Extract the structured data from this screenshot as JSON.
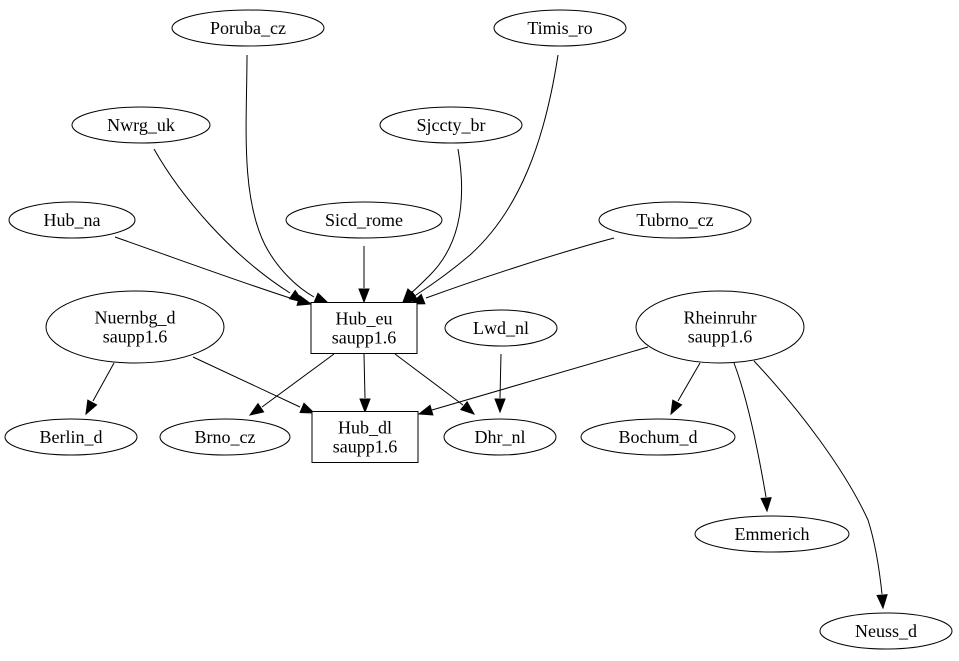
{
  "nodes": {
    "poruba_cz": [
      "Poruba_cz"
    ],
    "timis_ro": [
      "Timis_ro"
    ],
    "nwrg_uk": [
      "Nwrg_uk"
    ],
    "sjccty_br": [
      "Sjccty_br"
    ],
    "hub_na": [
      "Hub_na"
    ],
    "sicd_rome": [
      "Sicd_rome"
    ],
    "tubrno_cz": [
      "Tubrno_cz"
    ],
    "nuernbg_d": [
      "Nuernbg_d",
      "saupp1.6"
    ],
    "hub_eu": [
      "Hub_eu",
      "saupp1.6"
    ],
    "lwd_nl": [
      "Lwd_nl"
    ],
    "rheinruhr": [
      "Rheinruhr",
      "saupp1.6"
    ],
    "berlin_d": [
      "Berlin_d"
    ],
    "brno_cz": [
      "Brno_cz"
    ],
    "hub_dl": [
      "Hub_dl",
      "saupp1.6"
    ],
    "dhr_nl": [
      "Dhr_nl"
    ],
    "bochum_d": [
      "Bochum_d"
    ],
    "emmerich": [
      "Emmerich"
    ],
    "neuss_d": [
      "Neuss_d"
    ]
  },
  "edges": [
    [
      "poruba_cz",
      "hub_eu"
    ],
    [
      "timis_ro",
      "hub_eu"
    ],
    [
      "nwrg_uk",
      "hub_eu"
    ],
    [
      "sjccty_br",
      "hub_eu"
    ],
    [
      "hub_na",
      "hub_eu"
    ],
    [
      "sicd_rome",
      "hub_eu"
    ],
    [
      "tubrno_cz",
      "hub_eu"
    ],
    [
      "nuernbg_d",
      "berlin_d"
    ],
    [
      "nuernbg_d",
      "hub_dl"
    ],
    [
      "hub_eu",
      "brno_cz"
    ],
    [
      "hub_eu",
      "hub_dl"
    ],
    [
      "hub_eu",
      "dhr_nl"
    ],
    [
      "lwd_nl",
      "dhr_nl"
    ],
    [
      "rheinruhr",
      "hub_dl"
    ],
    [
      "rheinruhr",
      "bochum_d"
    ],
    [
      "rheinruhr",
      "emmerich"
    ],
    [
      "rheinruhr",
      "neuss_d"
    ]
  ]
}
